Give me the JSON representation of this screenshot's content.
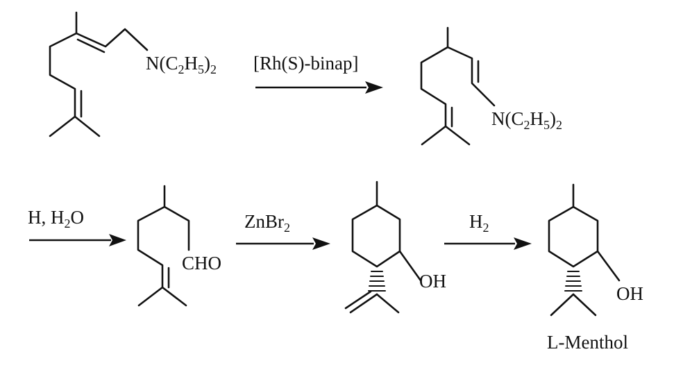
{
  "reagents": {
    "r1": "[Rh(S)-binap]",
    "r2_a": "H",
    "r2_b": ", H",
    "r2_sub": "2",
    "r2_c": "O",
    "r3": "ZnBr",
    "r3_sub": "2",
    "r4": "H",
    "r4_sub": "2"
  },
  "molecules": {
    "amine_group_1": "N(C",
    "amine_group_1_sub1": "2",
    "amine_group_1_mid": "H",
    "amine_group_1_sub2": "5",
    "amine_group_1_end": ")",
    "amine_group_1_sub3": "2",
    "amine_group_2": "N(C",
    "amine_group_2_sub1": "2",
    "amine_group_2_mid": "H",
    "amine_group_2_sub2": "5",
    "amine_group_2_end": ")",
    "amine_group_2_sub3": "2",
    "aldehyde_group": "CHO",
    "hydroxyl_1": "OH",
    "hydroxyl_2": "OH"
  },
  "product_name": "L-Menthol"
}
